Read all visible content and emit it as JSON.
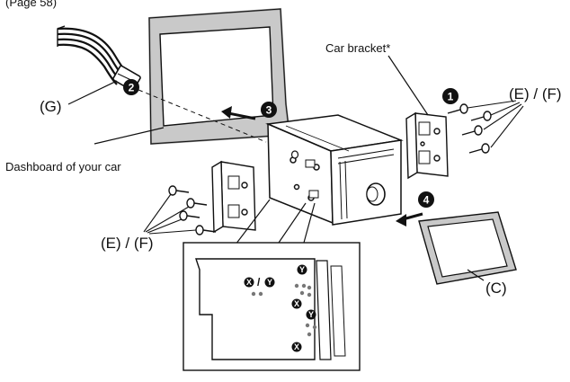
{
  "labels": {
    "page_ref": "(Page 58)",
    "g": "(G)",
    "car_bracket": "Car bracket*",
    "ef_right": "(E) / (F)",
    "ef_left": "(E) / (F)",
    "dashboard": "Dashboard of your car",
    "c": "(C)"
  },
  "steps": [
    "1",
    "2",
    "3",
    "4"
  ],
  "markers": {
    "x": "X",
    "y": "Y",
    "sep": "/"
  },
  "colors": {
    "line": "#111111",
    "frame_fill": "#c9c9c9",
    "frame_edge": "#8a8a8a",
    "chassis_fill": "#ffffff",
    "badge": "#111111"
  }
}
